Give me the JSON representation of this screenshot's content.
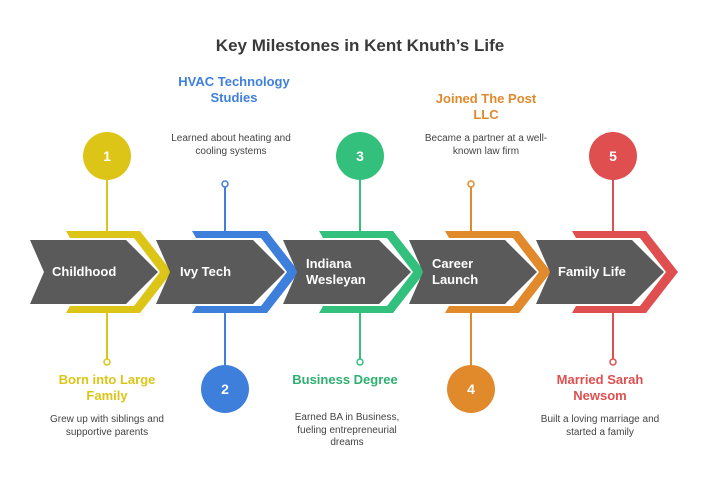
{
  "title": "Key Milestones in Kent Knuth’s Life",
  "colors": {
    "arrow_body": "#5a5a5a",
    "yellow": "#dcc517",
    "blue": "#3f7fdc",
    "green": "#33c07d",
    "orange": "#e08a2c",
    "red": "#e04f4f"
  },
  "milestones": [
    {
      "number": "1",
      "segment": "Childhood",
      "title": "Born into Large Family",
      "description": "Grew up with siblings and supportive parents",
      "color": "#dcc517",
      "text_color": "#dcc517"
    },
    {
      "number": "2",
      "segment": "Ivy Tech",
      "title": "HVAC Technology Studies",
      "description": "Learned about heating and cooling systems",
      "color": "#3f7fdc",
      "text_color": "#3f7fdc"
    },
    {
      "number": "3",
      "segment": "Indiana Wesleyan",
      "title": "Business Degree",
      "description": "Earned BA in Business, fueling entrepreneurial dreams",
      "color": "#33c07d",
      "text_color": "#2fb071"
    },
    {
      "number": "4",
      "segment": "Career Launch",
      "title": "Joined The Post LLC",
      "description": "Became a partner at a well-known law firm",
      "color": "#e08a2c",
      "text_color": "#e08a2c"
    },
    {
      "number": "5",
      "segment": "Family Life",
      "title": "Married Sarah Newsom",
      "description": "Built a loving marriage and started a family",
      "color": "#e04f4f",
      "text_color": "#e04f4f"
    }
  ]
}
